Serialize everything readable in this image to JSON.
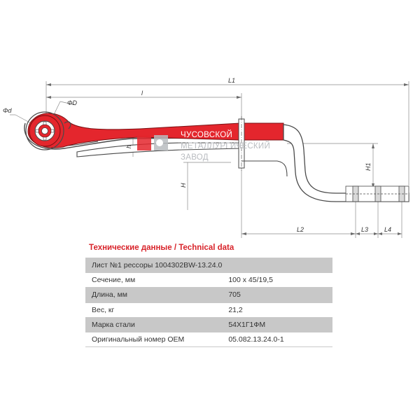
{
  "diagram": {
    "dimension_labels": {
      "L1": "L1",
      "l": "l",
      "D": "ΦD",
      "d": "Φd",
      "H1": "H1",
      "H": "H",
      "h": "h",
      "L2": "L2",
      "L3": "L3",
      "L4": "L4"
    },
    "watermark": {
      "line1": "ЧУСОВСКОЙ",
      "line2": "МЕТАЛЛУРГИЧЕСКИЙ",
      "line3": "ЗАВОД"
    },
    "colors": {
      "leaf_red": "#e4262d",
      "line": "#4a4a4a",
      "dim_line": "#8a8a8a",
      "hatch": "#d9d9d9"
    }
  },
  "spec": {
    "title": "Технические данные / Technical data",
    "rows": [
      {
        "label": "Лист №1 рессоры 1004302BW-13.24.0",
        "value": ""
      },
      {
        "label": "Сечение, мм",
        "value": "100 x 45/19,5"
      },
      {
        "label": "Длина, мм",
        "value": "705"
      },
      {
        "label": "Вес, кг",
        "value": "21,2"
      },
      {
        "label": "Марка стали",
        "value": "54Х1Г1ФМ"
      },
      {
        "label": "Оригинальный номер OEM",
        "value": "05.082.13.24.0-1"
      }
    ]
  }
}
